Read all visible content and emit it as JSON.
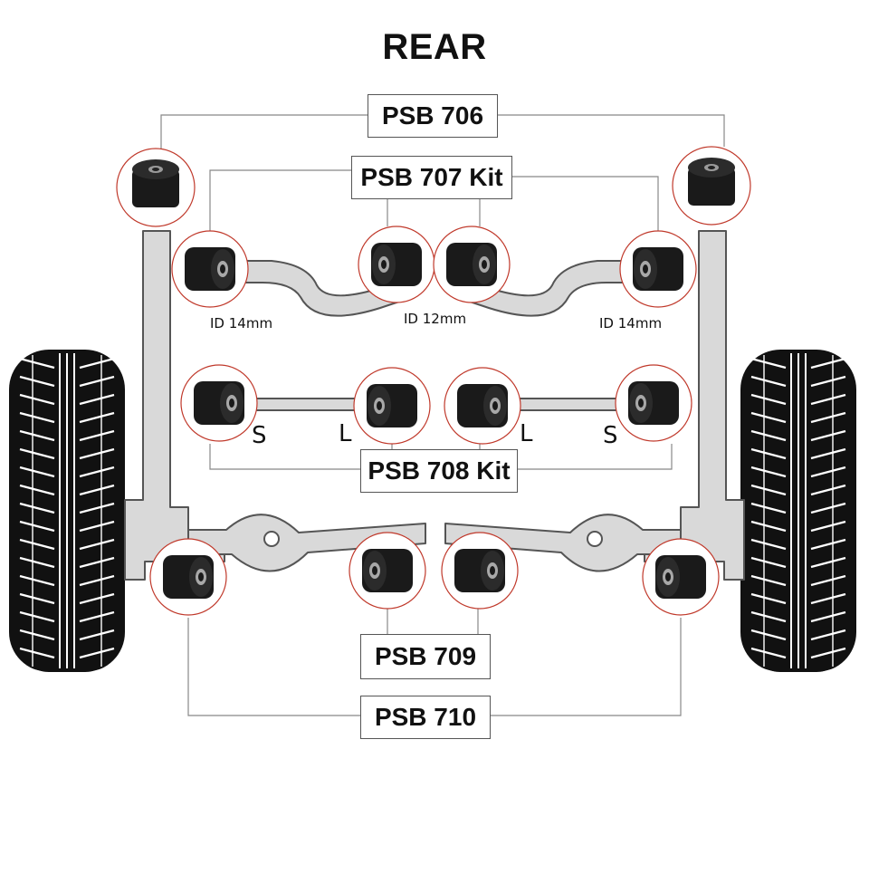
{
  "diagram": {
    "title": "REAR",
    "part_labels": {
      "psb706": "PSB 706",
      "psb707": "PSB 707 Kit",
      "psb708": "PSB 708 Kit",
      "psb709": "PSB 709",
      "psb710": "PSB 710"
    },
    "bore_labels": {
      "left_outer": "ID 14mm",
      "center": "ID 12mm",
      "right_outer": "ID 14mm"
    },
    "size_labels": {
      "short": "S",
      "long": "L"
    },
    "colors": {
      "frame_fill": "#d9d9d9",
      "frame_stroke": "#555555",
      "bush_ring": "#c0392b",
      "bush_body": "#1a1a1a",
      "tyre": "#111111",
      "leader": "#888888"
    }
  }
}
